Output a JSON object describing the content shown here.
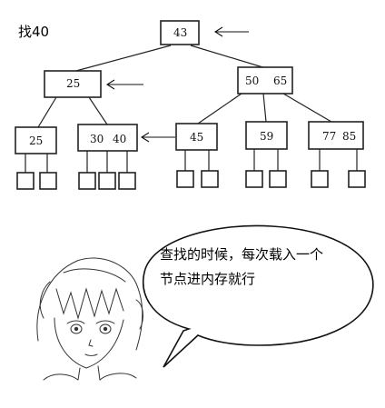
{
  "title": "找40",
  "nodes": {
    "root": "43",
    "l1_left": "25",
    "l1_right_a": "50",
    "l1_right_b": "65",
    "l2_a": "25",
    "l2_b_a": "30",
    "l2_b_b": "40",
    "l2_c": "45",
    "l2_d": "59",
    "l2_e_a": "77",
    "l2_e_b": "85"
  },
  "bubble": {
    "line1": "查找的时候，每次载入一个",
    "line2": "节点进内存就行"
  },
  "icons": {
    "pointer": "left-arrow-icon",
    "character": "anime-boy-illustration"
  }
}
